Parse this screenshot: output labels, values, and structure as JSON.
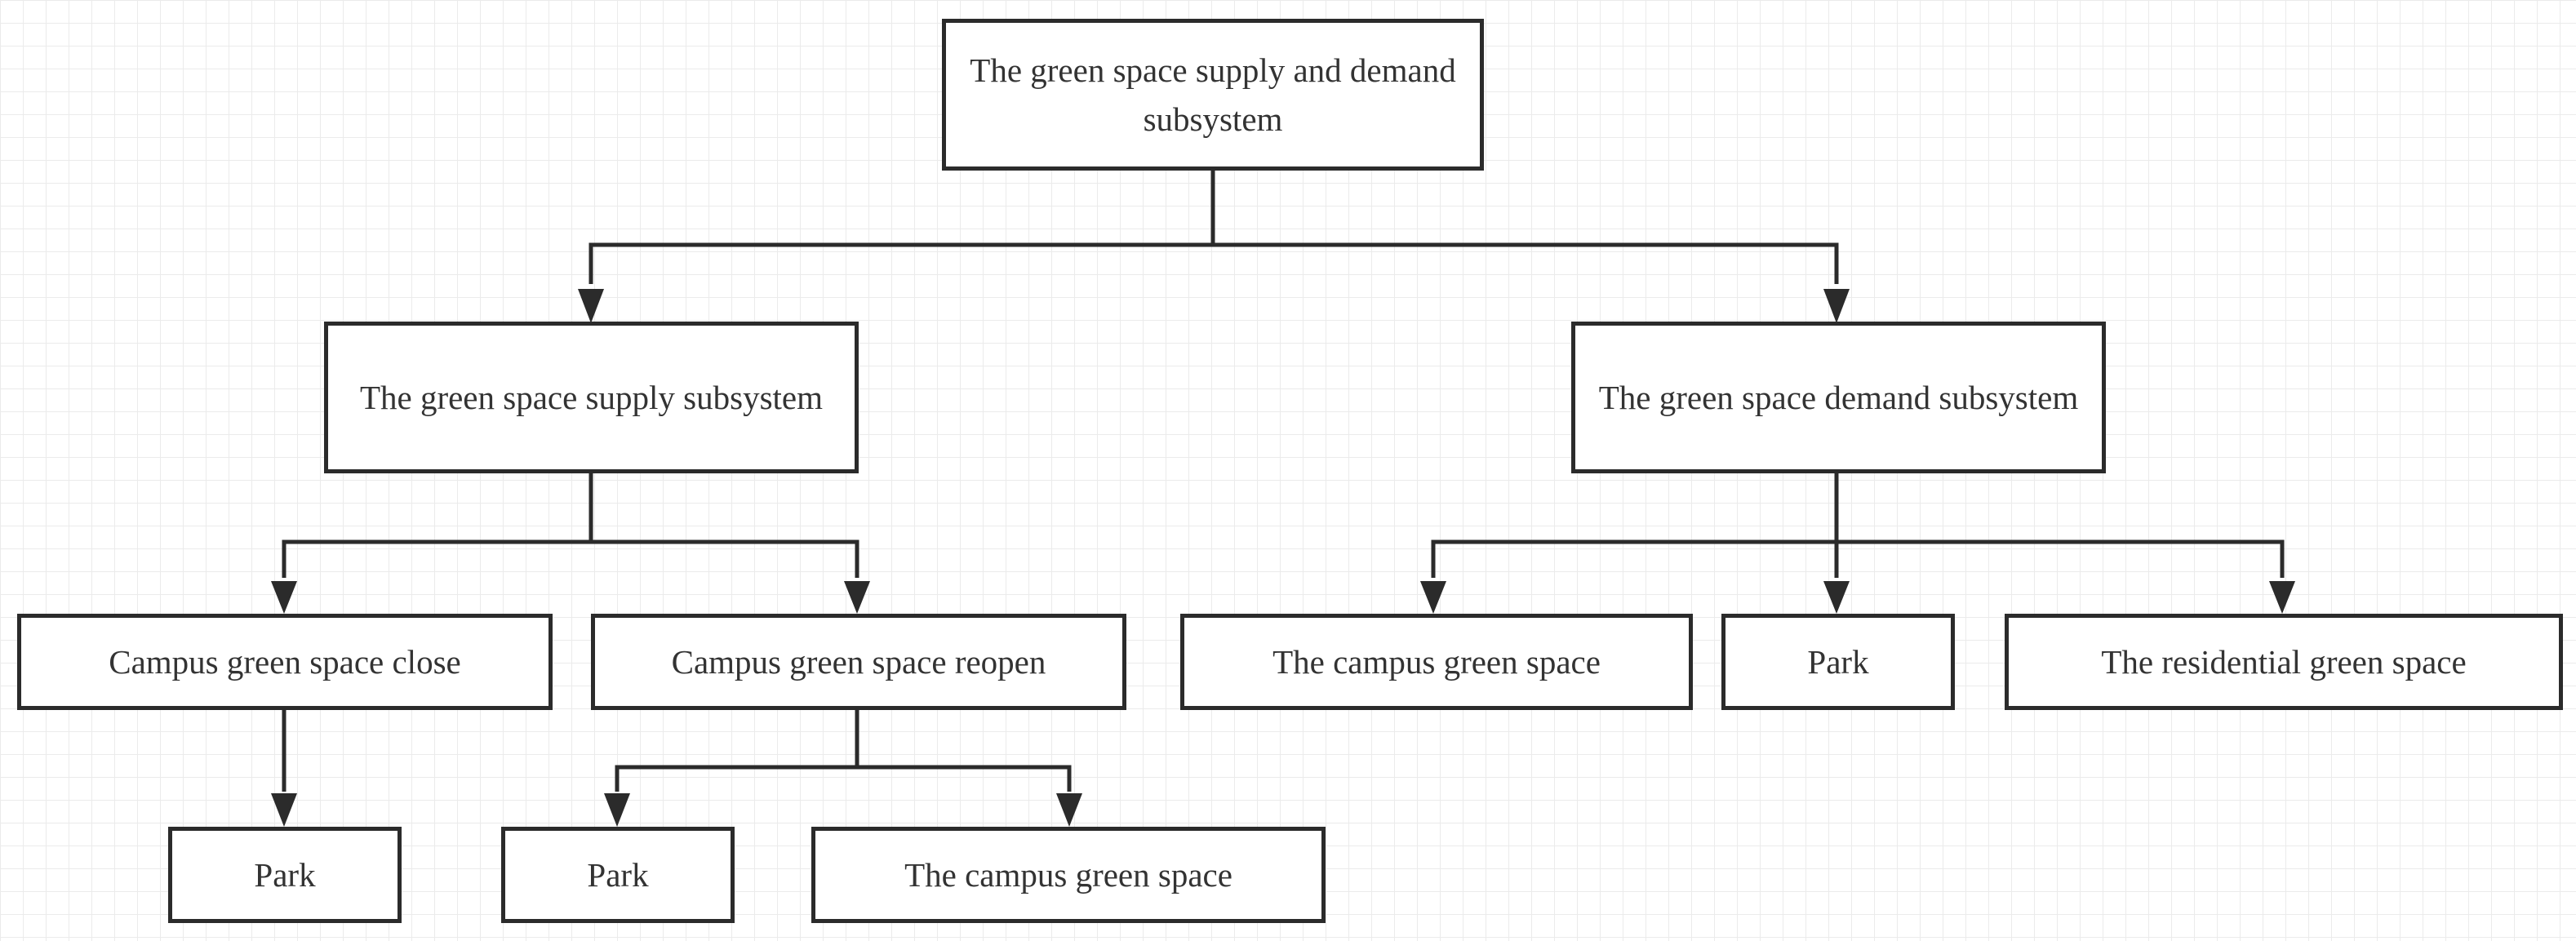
{
  "diagram": {
    "colors": {
      "stroke": "#2b2b2b",
      "text": "#333333",
      "background": "#ffffff",
      "grid": "#ebebeb"
    },
    "root": {
      "label": "The green space supply and demand subsystem"
    },
    "supply": {
      "label": "The green space supply subsystem",
      "close": {
        "label": "Campus green space close",
        "children": [
          "Park"
        ]
      },
      "reopen": {
        "label": "Campus green space reopen",
        "children": [
          "Park",
          "The campus green space"
        ]
      }
    },
    "demand": {
      "label": "The green space demand subsystem",
      "children": [
        "The campus green space",
        "Park",
        "The residential green space"
      ]
    }
  }
}
